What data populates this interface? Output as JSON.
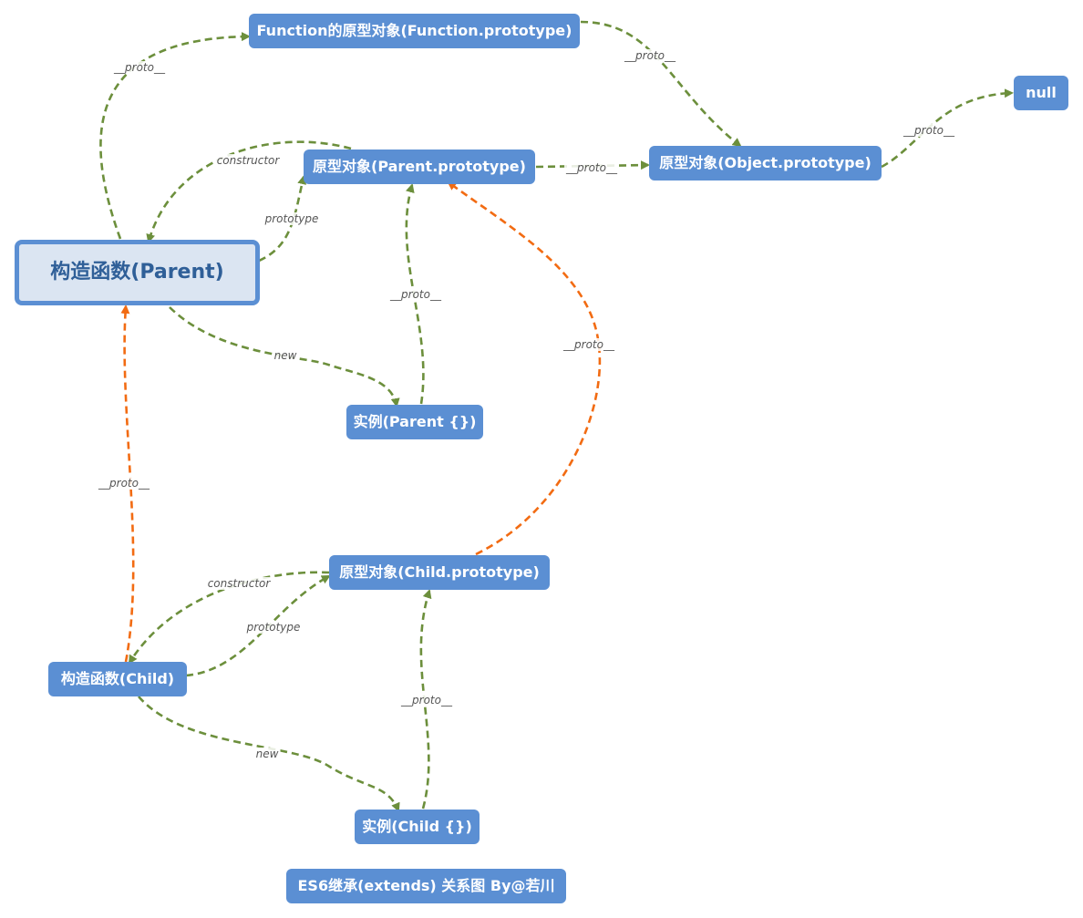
{
  "title": "ES6继承(extends) 关系图 By@若川",
  "colors": {
    "node_fill": "#5b8fd3",
    "main_fill": "#dbe5f2",
    "main_text": "#2f5f98",
    "green_edge": "#6c8f3c",
    "orange_edge": "#f26b12"
  },
  "nodes": {
    "function_prototype": "Function的原型对象(Function.prototype)",
    "null": "null",
    "parent_prototype": "原型对象(Parent.prototype)",
    "object_prototype": "原型对象(Object.prototype)",
    "parent_constructor": "构造函数(Parent)",
    "parent_instance": "实例(Parent {})",
    "child_prototype": "原型对象(Child.prototype)",
    "child_constructor": "构造函数(Child)",
    "child_instance": "实例(Child {})"
  },
  "edges": {
    "parent_to_function_proto": "__proto__",
    "function_proto_to_object_proto": "__proto__",
    "object_proto_to_null": "__proto__",
    "parent_proto_constructor": "constructor",
    "parent_prototype": "prototype",
    "parent_proto_to_object_proto": "__proto__",
    "parent_instance_proto": "__proto__",
    "parent_new": "new",
    "child_proto_to_parent_proto": "__proto__",
    "child_to_parent": "__proto__",
    "child_proto_constructor": "constructor",
    "child_prototype": "prototype",
    "child_instance_proto": "__proto__",
    "child_new": "new"
  }
}
